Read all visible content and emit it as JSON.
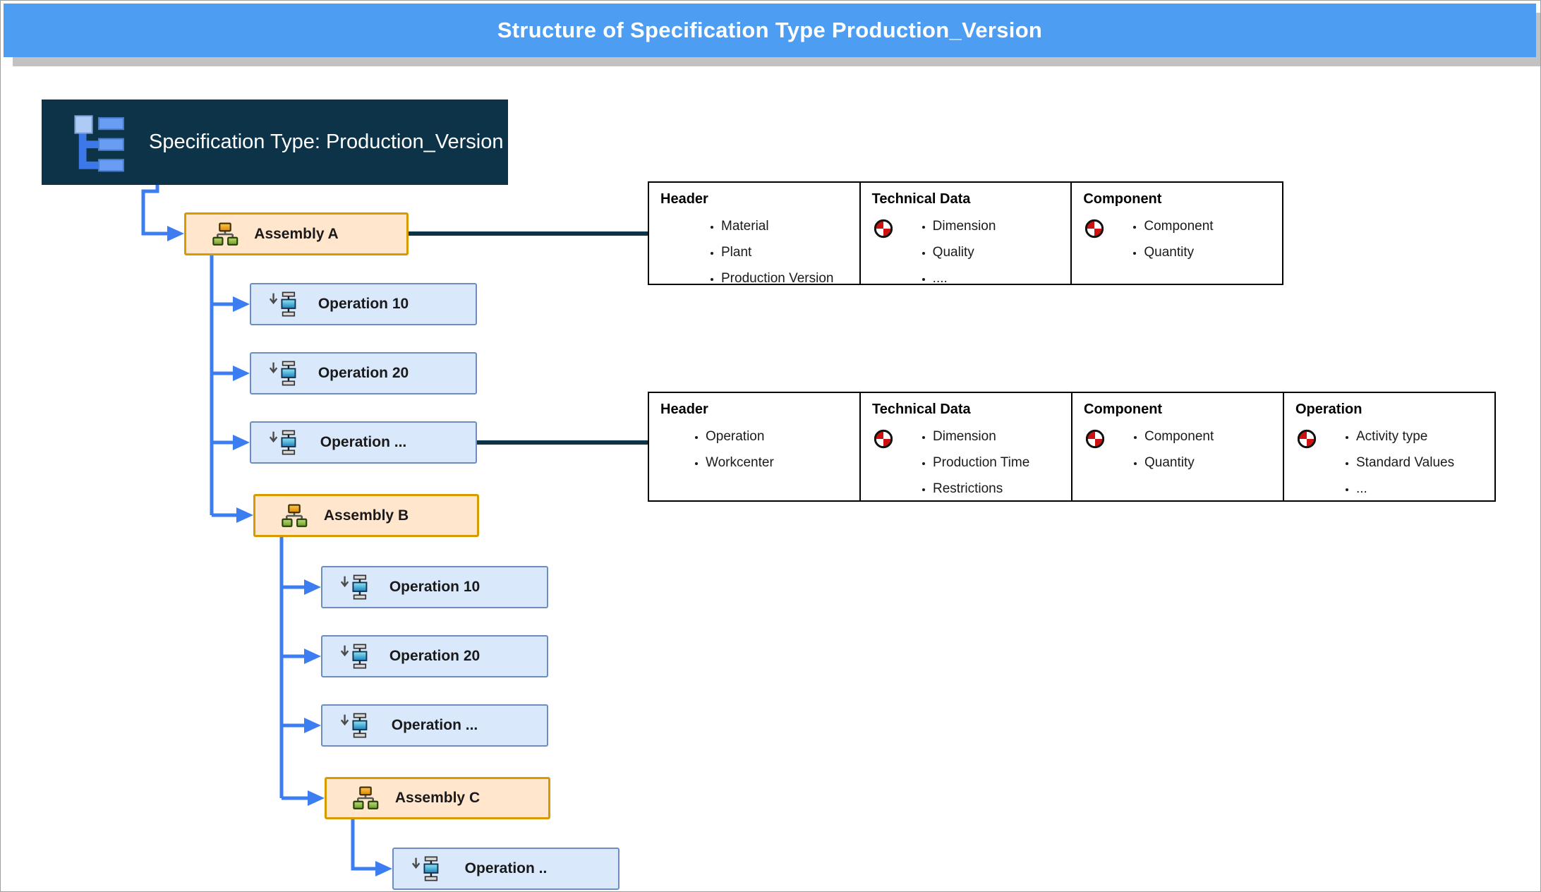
{
  "title_bar": {
    "title": "Structure of Specification Type Production_Version"
  },
  "spec_box": {
    "label": "Specification Type: Production_Version"
  },
  "nodes": {
    "assembly_a": {
      "label": "Assembly A"
    },
    "op_a1": {
      "label": "Operation 10"
    },
    "op_a2": {
      "label": "Operation 20"
    },
    "op_a3": {
      "label": "Operation ..."
    },
    "assembly_b": {
      "label": "Assembly B"
    },
    "op_b1": {
      "label": "Operation 10"
    },
    "op_b2": {
      "label": "Operation 20"
    },
    "op_b3": {
      "label": "Operation ..."
    },
    "assembly_c": {
      "label": "Assembly C"
    },
    "op_c1": {
      "label": "Operation .."
    }
  },
  "table1": {
    "columns": [
      {
        "title": "Header",
        "icon": null,
        "items": [
          "Material",
          "Plant",
          "Production Version"
        ]
      },
      {
        "title": "Technical Data",
        "icon": "quadrant-circle",
        "items": [
          "Dimension",
          "Quality",
          "...."
        ]
      },
      {
        "title": "Component",
        "icon": "quadrant-circle",
        "items": [
          "Component",
          "Quantity"
        ]
      }
    ]
  },
  "table2": {
    "columns": [
      {
        "title": "Header",
        "icon": null,
        "items": [
          "Operation",
          "Workcenter"
        ]
      },
      {
        "title": "Technical Data",
        "icon": "quadrant-circle",
        "items": [
          "Dimension",
          "Production Time",
          "Restrictions"
        ]
      },
      {
        "title": "Component",
        "icon": "quadrant-circle",
        "items": [
          "Component",
          "Quantity"
        ]
      },
      {
        "title": "Operation",
        "icon": "quadrant-circle",
        "items": [
          "Activity type",
          "Standard Values",
          "..."
        ]
      }
    ]
  },
  "colors": {
    "title_bar_blue": "#4D9EF2",
    "title_shadow_gray": "#C2C2C2",
    "spec_navy": "#0D3349",
    "assembly_fill": "#FFE6CC",
    "assembly_border": "#D79B00",
    "operation_fill": "#DAE8FC",
    "operation_border": "#6C8EBF",
    "connector_blue": "#3D7DF2",
    "connector_navy": "#0D3349",
    "quadrant_icon_red": "#CC1111"
  }
}
